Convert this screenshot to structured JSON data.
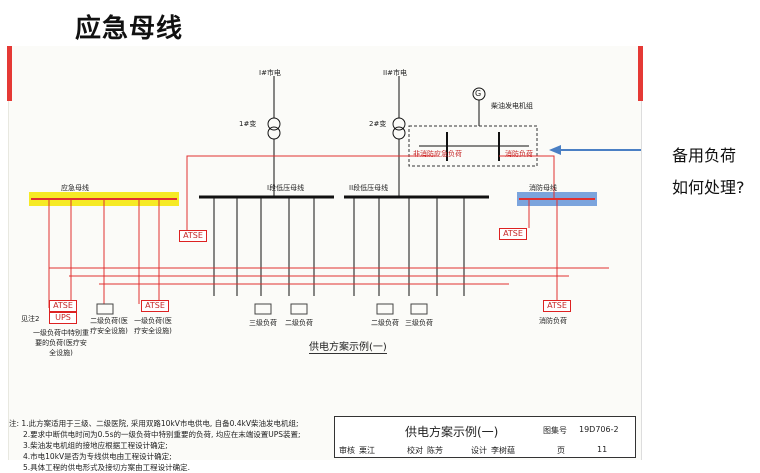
{
  "title": "应急母线",
  "side_annotation": {
    "line1": "备用负荷",
    "line2": "如何处理?"
  },
  "diagram": {
    "source_1": "I#市电",
    "source_2": "II#市电",
    "transformer_1": "1#变",
    "transformer_2": "2#变",
    "generator_symbol": "G",
    "generator_label": "柴油发电机组",
    "non_fire_emergency_load": "非消防应急负荷",
    "fire_load": "消防负荷",
    "emergency_bus": "应急母线",
    "bus_1": "I段低压母线",
    "bus_2": "II段低压母线",
    "fire_bus": "消防母线",
    "atse": "ATSE",
    "ups": "UPS",
    "see_note": "见注2",
    "load_first_class_special": "一级负荷中特别重要的负荷(医疗安全设施)",
    "load_second_class_medical": "二级负荷(医疗安全设施)",
    "load_first_class_medical": "一级负荷(医疗安全设施)",
    "load_third": "三级负荷",
    "load_second": "二级负荷",
    "load_fire": "消防负荷",
    "scheme_title": "供电方案示例(一)"
  },
  "notes": [
    "注: 1.此方案适用于三级、二级医院, 采用双路10kV市电供电, 自备0.4kV柴油发电机组;",
    "2.要求中断供电时间为0.5s的一级负荷中特别重要的负荷, 均应在末端设置UPS装置;",
    "3.柴油发电机组的接地应根据工程设计确定;",
    "4.市电10kV是否为专线供电由工程设计确定;",
    "5.具体工程的供电形式及接切方案由工程设计确定."
  ],
  "title_block": {
    "name": "供电方案示例(一)",
    "atlas_label": "图集号",
    "atlas_no": "19D706-2",
    "review": "审核",
    "reviewer": "栗江",
    "check": "校对",
    "checker": "陈芳",
    "design": "设计",
    "designer": "李树蕴",
    "page_label": "页",
    "page_no": "11"
  },
  "colors": {
    "red_line": "#e03030",
    "bus_black": "#111111",
    "highlight_yellow": "#f5e600",
    "highlight_blue": "#5b8fd6",
    "arrow_blue": "#4a7fc4"
  }
}
